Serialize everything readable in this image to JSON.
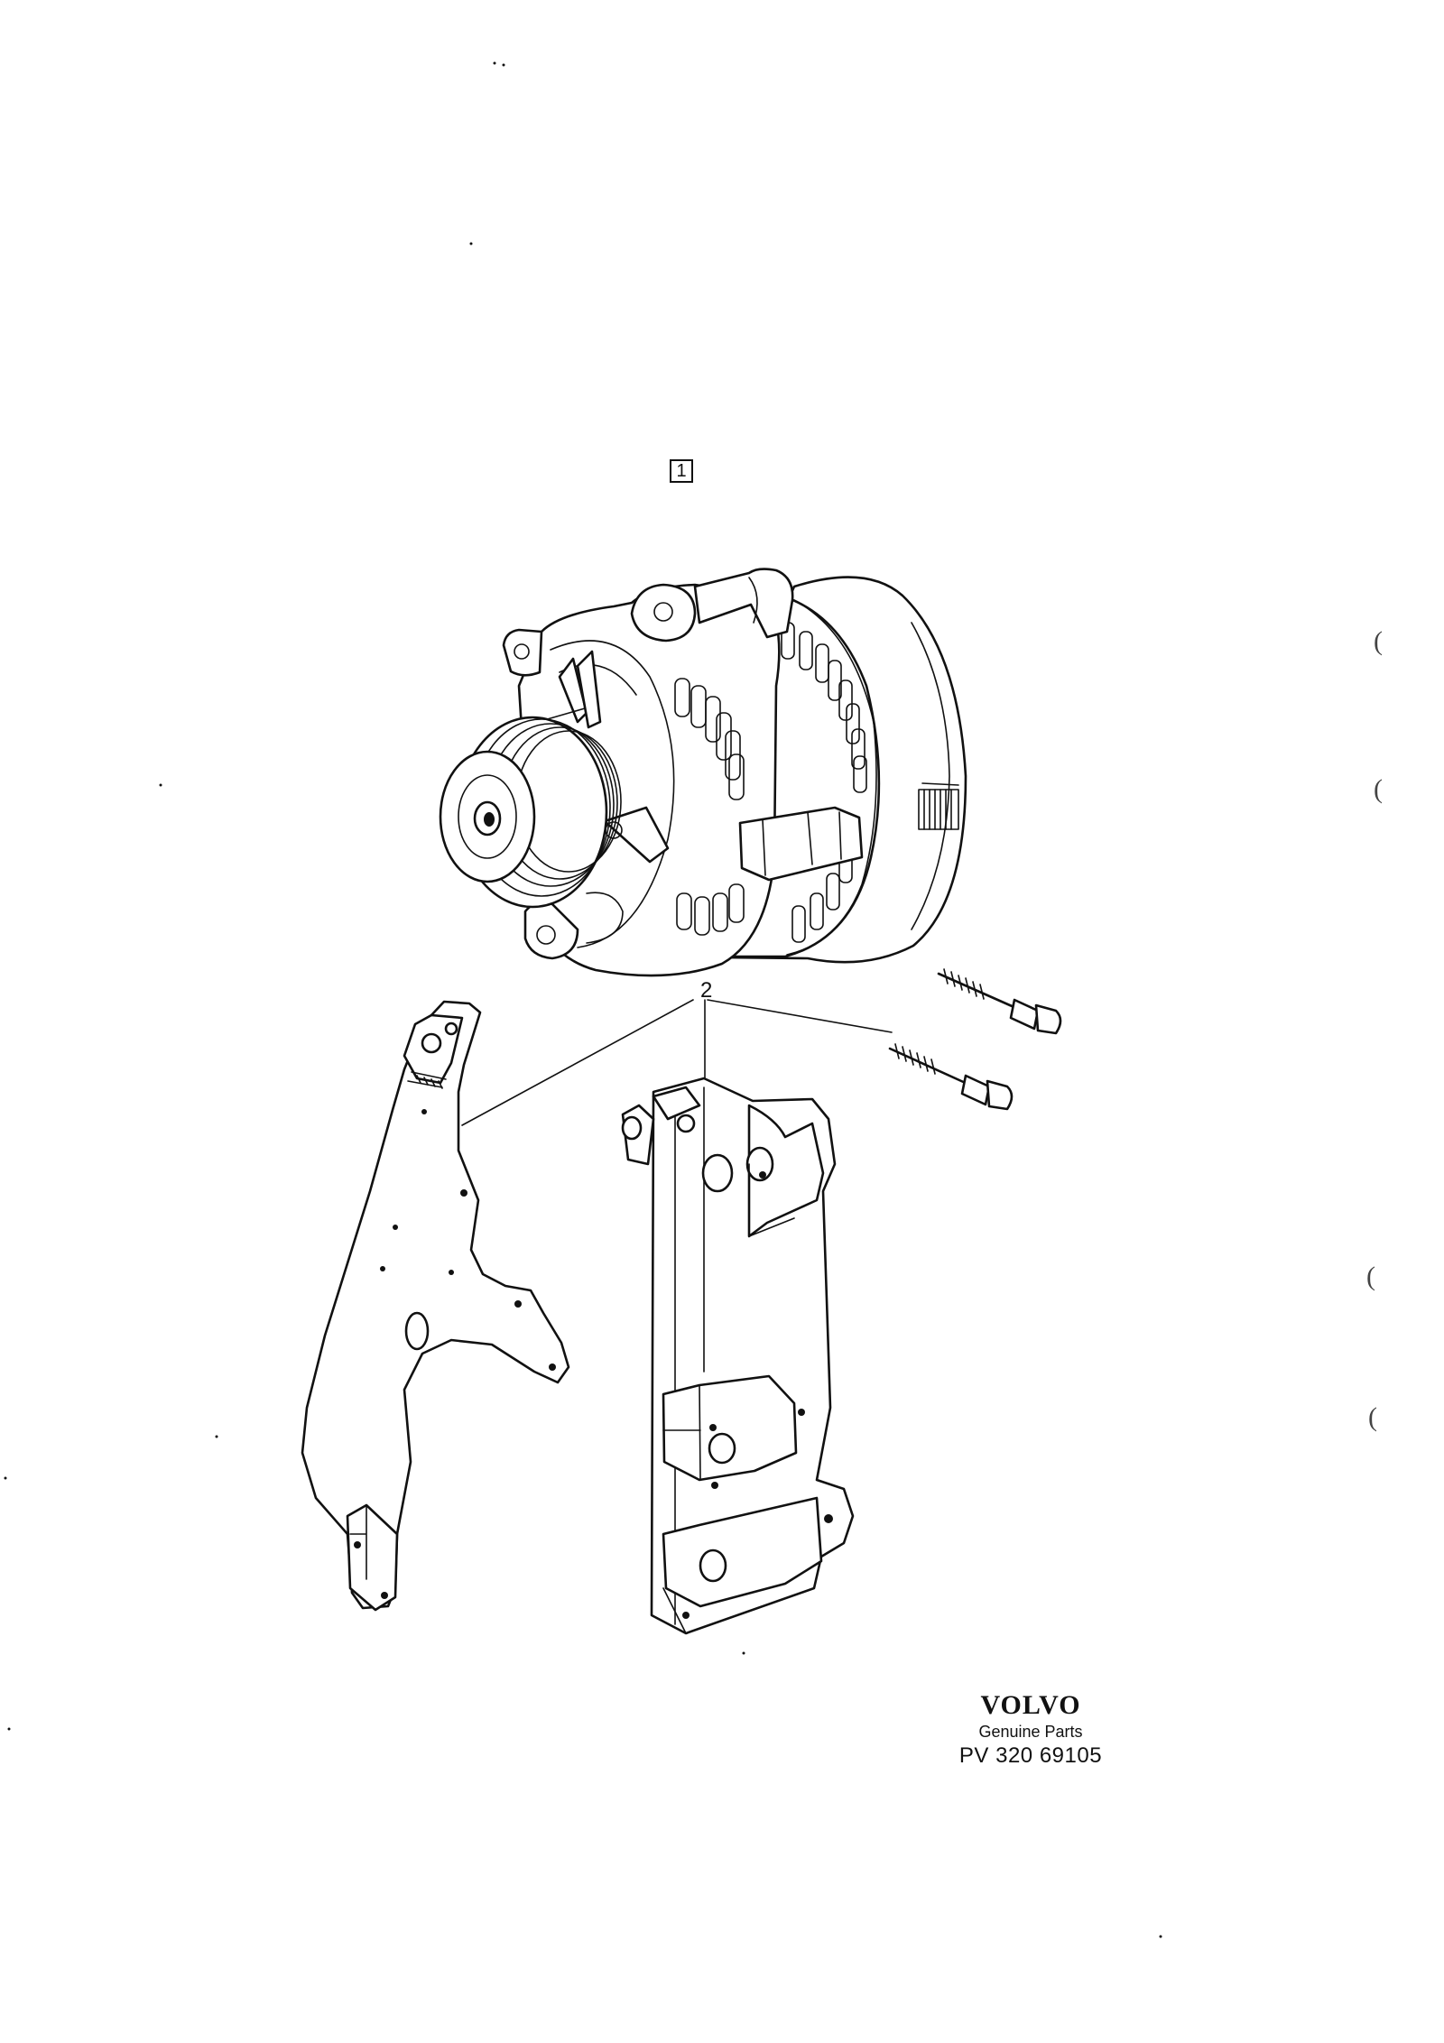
{
  "callouts": {
    "alternator": "1",
    "bracket_set": "2"
  },
  "brand": {
    "logo": "VOLVO",
    "subtitle": "Genuine Parts",
    "code": "PV 320 69105"
  },
  "margin_marks": [
    "(",
    "(",
    "(",
    "("
  ]
}
